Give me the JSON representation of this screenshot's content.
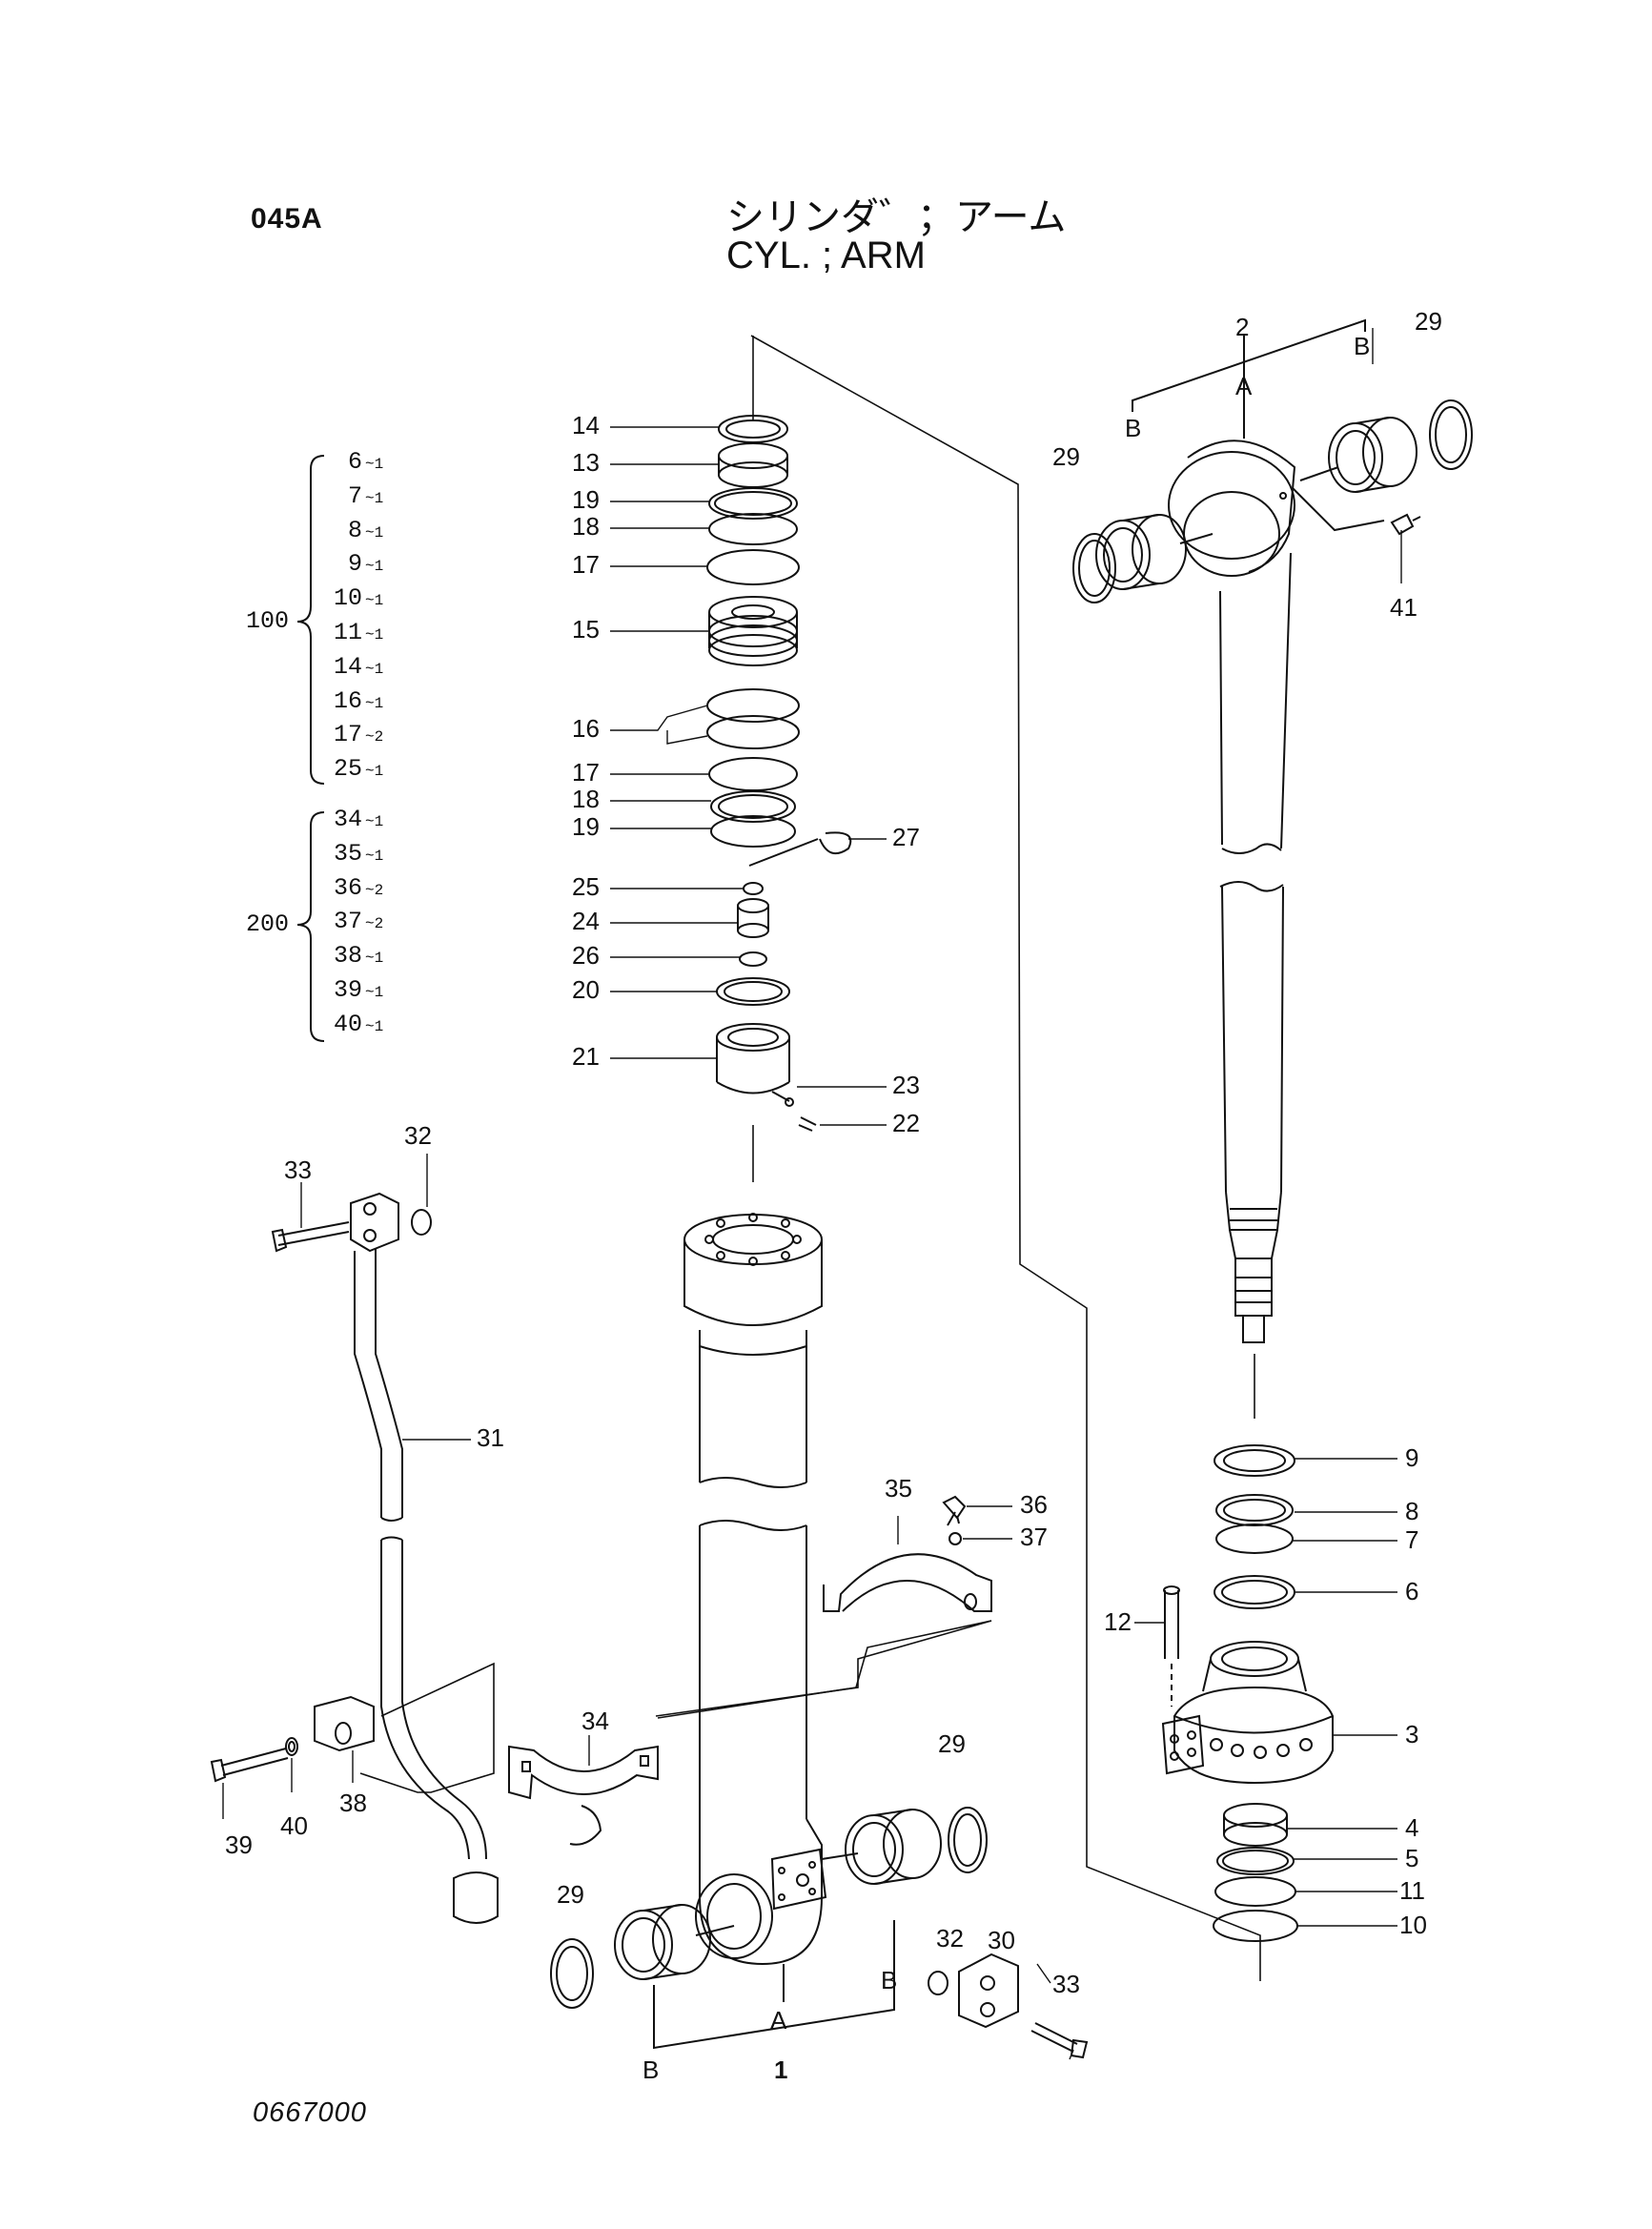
{
  "header": {
    "page_code": "045A",
    "title_jp": "シリンダ゛；アーム",
    "title_en": "CYL. ; ARM"
  },
  "footer": {
    "drawing_number": "0667000"
  },
  "kits": [
    {
      "label": "100",
      "items": [
        "6",
        "7",
        "8",
        "9",
        "10",
        "11",
        "14",
        "16",
        "17",
        "25"
      ],
      "quantities": [
        "~1",
        "~1",
        "~1",
        "~1",
        "~1",
        "~1",
        "~1",
        "~1",
        "~2",
        "~1"
      ]
    },
    {
      "label": "200",
      "items": [
        "34",
        "35",
        "36",
        "37",
        "38",
        "39",
        "40"
      ],
      "quantities": [
        "~1",
        "~1",
        "~2",
        "~2",
        "~1",
        "~1",
        "~1"
      ]
    }
  ],
  "callouts": {
    "c1": "1",
    "c2": "2",
    "c3": "3",
    "c4": "4",
    "c5": "5",
    "c6": "6",
    "c7": "7",
    "c8": "8",
    "c9": "9",
    "c10": "10",
    "c11": "11",
    "c12": "12",
    "c13": "13",
    "c14": "14",
    "c15": "15",
    "c16": "16",
    "c17a": "17",
    "c17b": "17",
    "c18a": "18",
    "c18b": "18",
    "c19a": "19",
    "c19b": "19",
    "c20": "20",
    "c21": "21",
    "c22": "22",
    "c23": "23",
    "c24": "24",
    "c25": "25",
    "c26": "26",
    "c27": "27",
    "c29a": "29",
    "c29b": "29",
    "c29c": "29",
    "c29d": "29",
    "c30": "30",
    "c31": "31",
    "c32a": "32",
    "c32b": "32",
    "c33a": "33",
    "c33b": "33",
    "c34": "34",
    "c35": "35",
    "c36": "36",
    "c37": "37",
    "c38": "38",
    "c39": "39",
    "c40": "40",
    "c41": "41",
    "rod_a": "A",
    "rod_b1": "B",
    "rod_b2": "B",
    "tube_a": "A",
    "tube_b1": "B",
    "tube_b2": "B"
  }
}
